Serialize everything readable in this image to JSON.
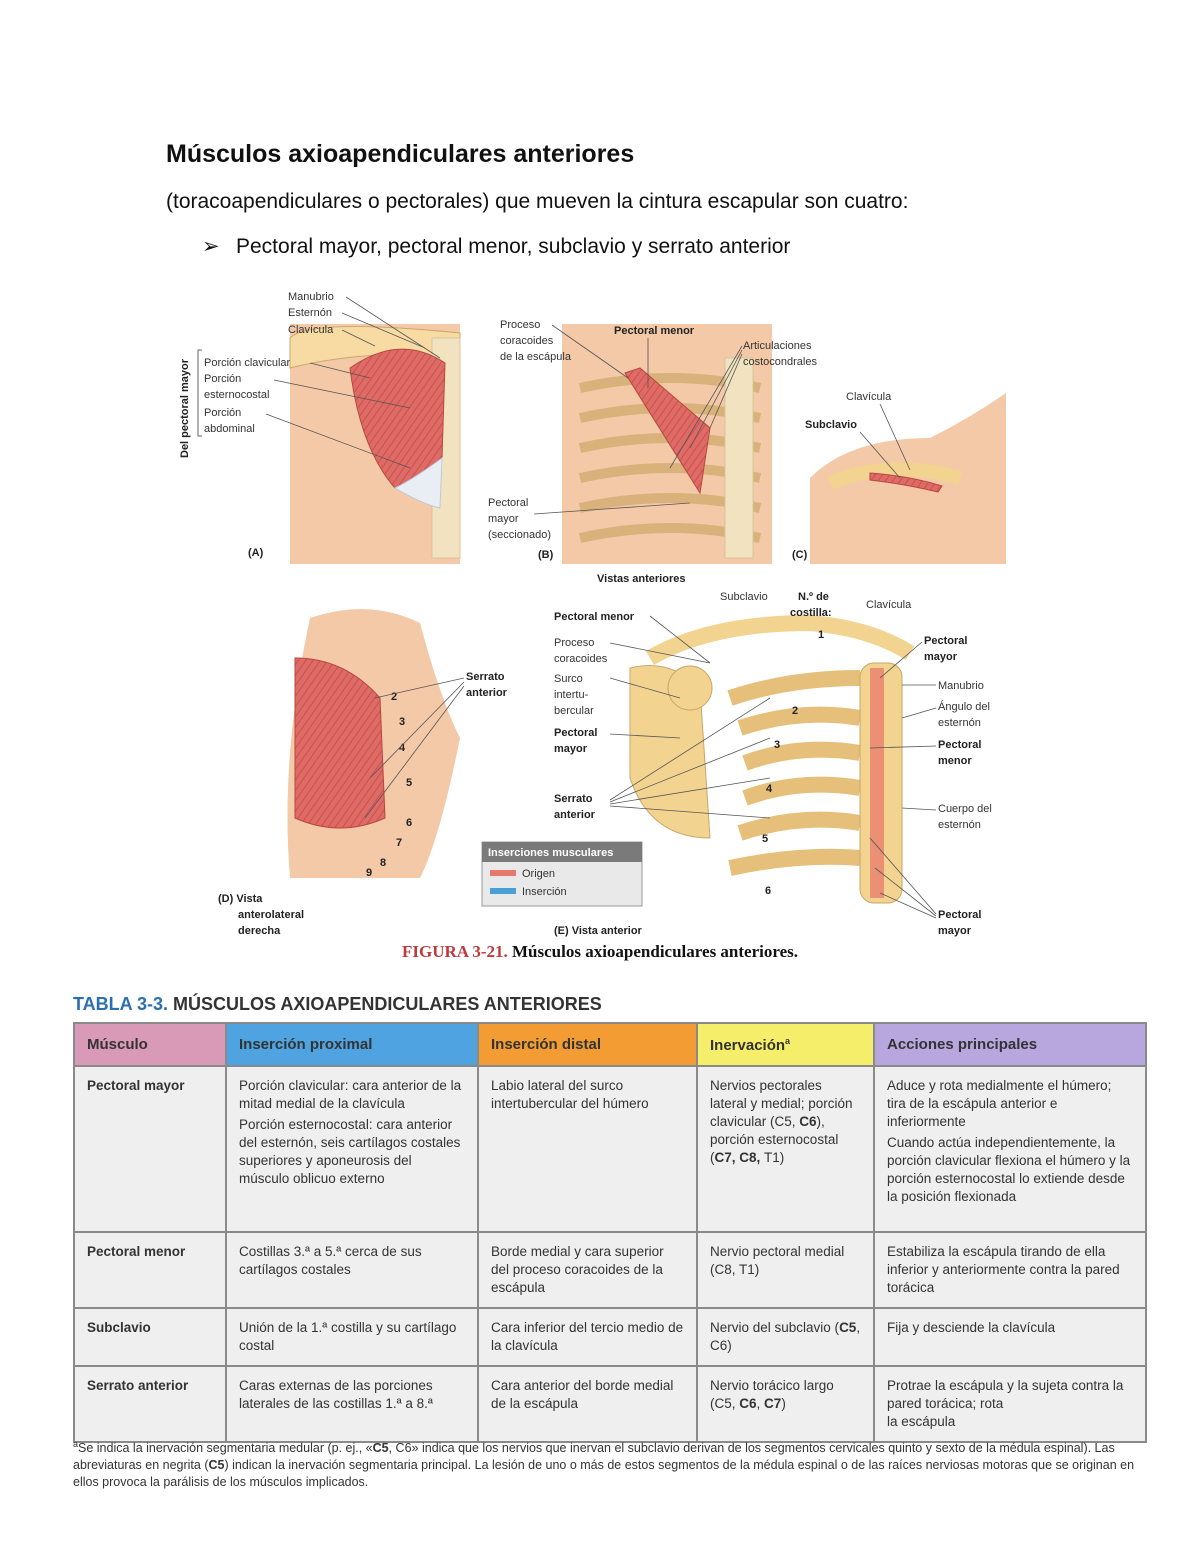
{
  "heading": "Músculos axioapendiculares anteriores",
  "intro": "(toracoapendiculares o pectorales) que mueven la cintura escapular son cuatro:",
  "bullet": {
    "marker": "➢",
    "text": "Pectoral mayor, pectoral menor, subclavio y serrato anterior"
  },
  "figure": {
    "views_label": "Vistas anteriores",
    "panel_a": {
      "side_label": "Del pectoral mayor",
      "labels": [
        "Manubrio",
        "Esternón",
        "Clavícula",
        "Porción clavicular",
        "Porción",
        "esternocostal",
        "Porción",
        "abdominal"
      ],
      "letter": "(A)"
    },
    "panel_b": {
      "labels": [
        "Proceso",
        "coracoides",
        "de la escápula",
        "Pectoral menor",
        "Articulaciones",
        "costocondrales",
        "Pectoral",
        "mayor",
        "(seccionado)"
      ],
      "letter": "(B)"
    },
    "panel_c": {
      "labels": [
        "Clavícula",
        "Subclavio"
      ],
      "letter": "(C)"
    },
    "panel_d": {
      "labels": [
        "Serrato",
        "anterior"
      ],
      "rib_numbers": [
        "2",
        "3",
        "4",
        "5",
        "6",
        "7",
        "8",
        "9"
      ],
      "caption_lines": [
        "(D) Vista",
        "anterolateral",
        "derecha"
      ]
    },
    "panel_e": {
      "left_labels": [
        "Pectoral menor",
        "Proceso",
        "coracoides",
        "Surco",
        "intertu-",
        "bercular",
        "Pectoral",
        "mayor",
        "Serrato",
        "anterior"
      ],
      "top_labels": [
        "Subclavio",
        "N.º de",
        "costilla:",
        "Clavícula"
      ],
      "right_labels": [
        "Pectoral",
        "mayor",
        "Manubrio",
        "Ángulo del",
        "esternón",
        "Pectoral",
        "menor",
        "Cuerpo del",
        "esternón",
        "Pectoral",
        "mayor"
      ],
      "rib_numbers": [
        "1",
        "2",
        "3",
        "4",
        "5",
        "6"
      ],
      "caption": "(E) Vista anterior"
    },
    "legend": {
      "title": "Inserciones musculares",
      "origin": "Origen",
      "insertion": "Inserción",
      "origin_color": "#e8786c",
      "insertion_color": "#4a9fd6"
    },
    "caption_label": "FIGURA 3-21.",
    "caption_text": " Músculos axioapendiculares anteriores."
  },
  "table": {
    "title_num": "TABLA 3-3.",
    "title_text": "MÚSCULOS AXIOAPENDICULARES ANTERIORES",
    "headers": [
      {
        "label": "Músculo",
        "color": "#d99ab8"
      },
      {
        "label": "Inserción proximal",
        "color": "#4fa3e0"
      },
      {
        "label": "Inserción distal",
        "color": "#f39c34"
      },
      {
        "label": "Inervación",
        "color": "#f5ee6a"
      },
      {
        "label": "Acciones principales",
        "color": "#b8a6de"
      }
    ],
    "innervation_marker": "a",
    "rows": [
      {
        "muscle": "Pectoral mayor",
        "proximal": [
          "Porción clavicular: cara anterior de la mitad medial de la clavícula",
          "Porción esternocostal: cara anterior del esternón, seis cartílagos costales superiores y aponeurosis del músculo oblicuo externo"
        ],
        "distal": "Labio lateral del surco intertubercular del húmero",
        "innervation": {
          "a": "Nervios pectorales lateral y medial; porción clavicular (C5, ",
          "b": "C6",
          "c": "), porción esternocostal (",
          "d": "C7, C8, ",
          "e": "T1)"
        },
        "actions": [
          "Aduce y rota medialmente el húmero; tira de la escápula anterior e inferiormente",
          "Cuando actúa independientemente, la porción clavicular flexiona el húmero y la porción esternocostal lo extiende desde la posición flexionada"
        ]
      },
      {
        "muscle": "Pectoral menor",
        "proximal": "Costillas 3.ª a 5.ª cerca de sus cartílagos costales",
        "distal": "Borde medial y cara superior del proceso coracoides de la escápula",
        "innervation": "Nervio pectoral medial (C8, T1)",
        "actions": "Estabiliza la escápula tirando de ella inferior y anteriormente contra la pared torácica"
      },
      {
        "muscle": "Subclavio",
        "proximal": "Unión de la 1.ª costilla y su cartílago costal",
        "distal": "Cara inferior del tercio medio de la clavícula",
        "innervation": {
          "a": "Nervio del subclavio (",
          "b": "C5",
          "c": ", C6)"
        },
        "actions": "Fija y desciende la clavícula"
      },
      {
        "muscle": "Serrato anterior",
        "proximal": "Caras externas de las porciones laterales de las costillas 1.ª a 8.ª",
        "distal": "Cara anterior del borde medial de la escápula",
        "innervation": {
          "a": "Nervio torácico largo (C5, ",
          "b": "C6",
          "c": ", ",
          "d": "C7",
          "e": ")"
        },
        "actions": [
          "Protrae la escápula y la sujeta contra la pared torácica; rota",
          "la escápula"
        ]
      }
    ],
    "footnote": {
      "marker": "a",
      "p1": "Se indica la inervación segmentaria medular (p. ej., «",
      "b1": "C5",
      "p2": ", C6» indica que los nervios que inervan el subclavio derivan de los segmentos cervicales quinto y sexto de la médula espinal). Las abreviaturas en negrita (",
      "b2": "C5",
      "p3": ") indican la inervación segmentaria principal. La lesión de uno o más de estos segmentos de la médula espinal o de las raíces nerviosas motoras que se originan en ellos provoca la parálisis de los músculos implicados."
    }
  }
}
